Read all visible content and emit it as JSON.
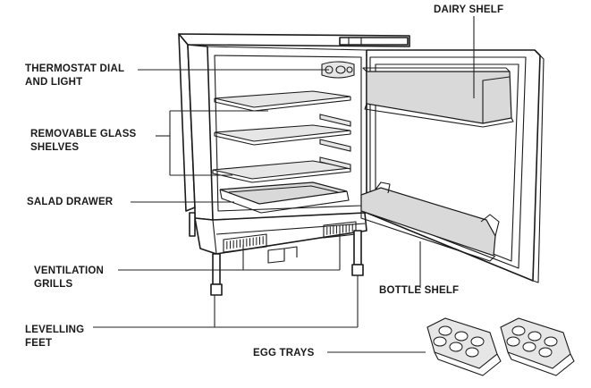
{
  "labels": {
    "dairy_shelf": "DAIRY SHELF",
    "thermostat_line1": "THERMOSTAT DIAL",
    "thermostat_line2": "AND LIGHT",
    "glass_line1": "REMOVABLE GLASS",
    "glass_line2": "SHELVES",
    "salad_drawer": "SALAD DRAWER",
    "ventilation_line1": "VENTILATION",
    "ventilation_line2": "GRILLS",
    "bottle_shelf": "BOTTLE SHELF",
    "levelling_line1": "LEVELLING",
    "levelling_line2": "FEET",
    "egg_trays": "EGG TRAYS"
  },
  "colors": {
    "line": "#1a1a1a",
    "shade": "#d9d9d9",
    "background": "#ffffff"
  }
}
